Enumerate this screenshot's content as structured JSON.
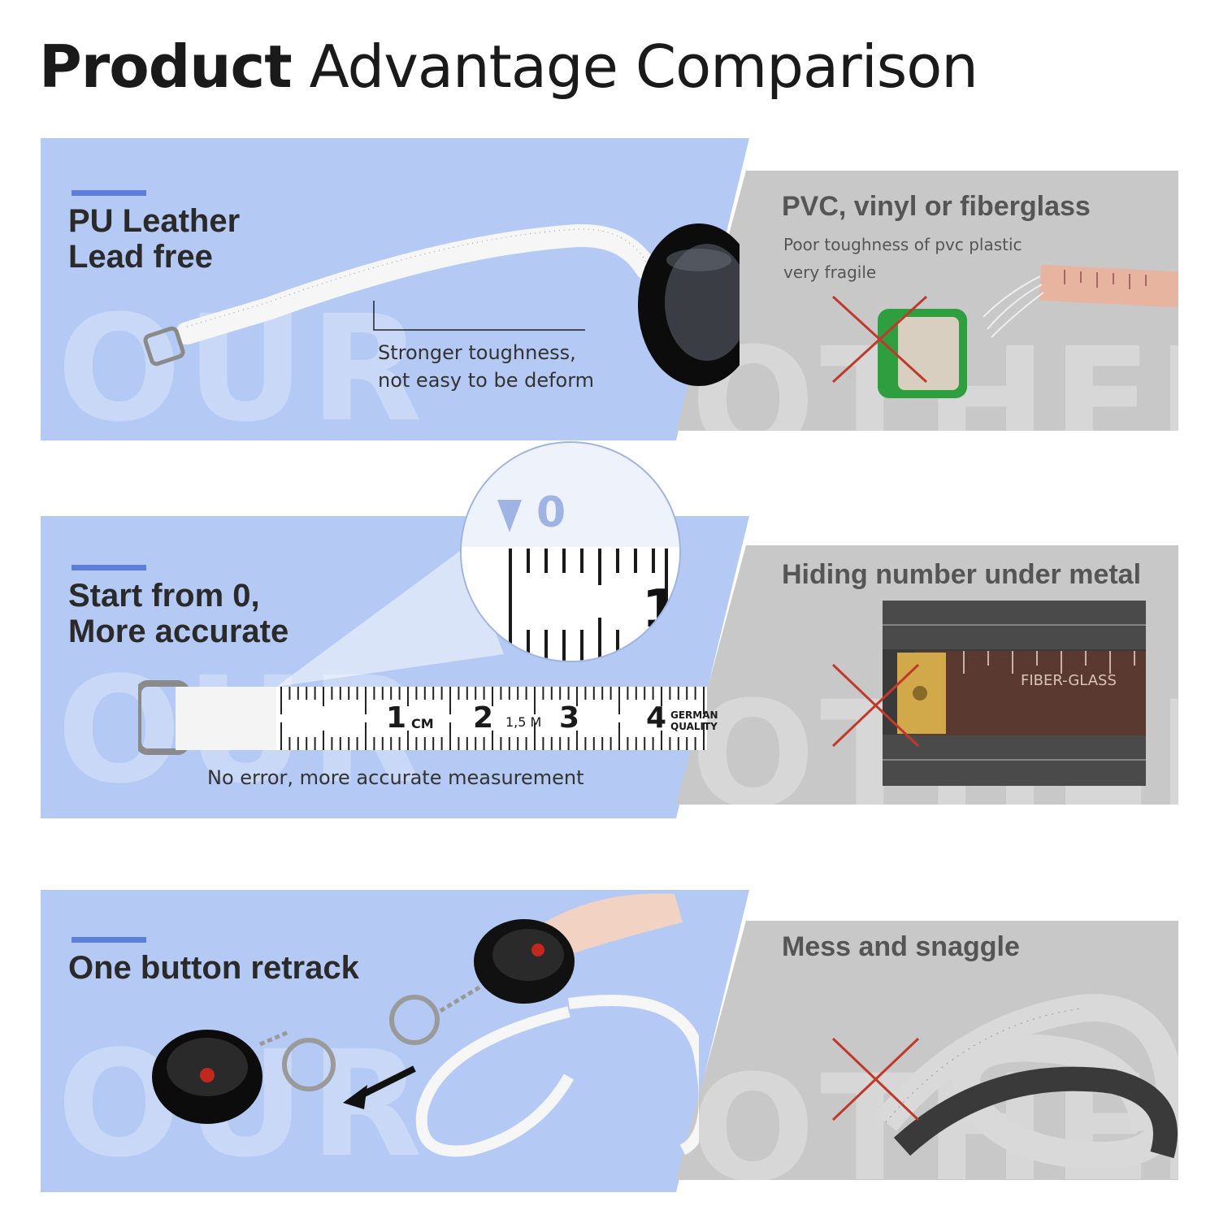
{
  "page": {
    "title_bold": "Product",
    "title_rest": " Advantage Comparison"
  },
  "colors": {
    "ours_panel": "#b4c9f3",
    "others_panel": "#c8c8c8",
    "accent_bar": "#5b7fdb",
    "cross": "#c0392b",
    "watermark": "#ffffff"
  },
  "watermarks": {
    "ours": "OUR",
    "others": "OTHERS"
  },
  "rows": [
    {
      "ours_title_line1": "PU Leather",
      "ours_title_line2": "Lead free",
      "ours_note_line1": "Stronger toughness,",
      "ours_note_line2": "not easy to be deform",
      "others_title": "PVC, vinyl or fiberglass",
      "others_sub_line1": "Poor toughness of pvc plastic",
      "others_sub_line2": "very fragile",
      "ours_icon": "retractable-tape-measure-icon",
      "others_icon": "broken-pvc-tape-icon"
    },
    {
      "ours_title_line1": "Start from 0,",
      "ours_title_line2": "More accurate",
      "ours_note_line1": "No error, more accurate measurement",
      "zoom_label": "0",
      "tape_marks": [
        "1",
        "CM",
        "2",
        "1,5 M",
        "3",
        "4",
        "GERMAN",
        "QUALITY"
      ],
      "others_title": "Hiding number under metal",
      "others_tape_label": "FIBER-GLASS",
      "ours_icon": "zero-start-tape-icon",
      "others_icon": "metal-tip-tape-icon"
    },
    {
      "ours_title_line1": "One button retrack",
      "others_title": "Mess and snaggle",
      "ours_icon": "keychain-tape-measure-icon",
      "others_icon": "tangled-tape-icon"
    }
  ]
}
